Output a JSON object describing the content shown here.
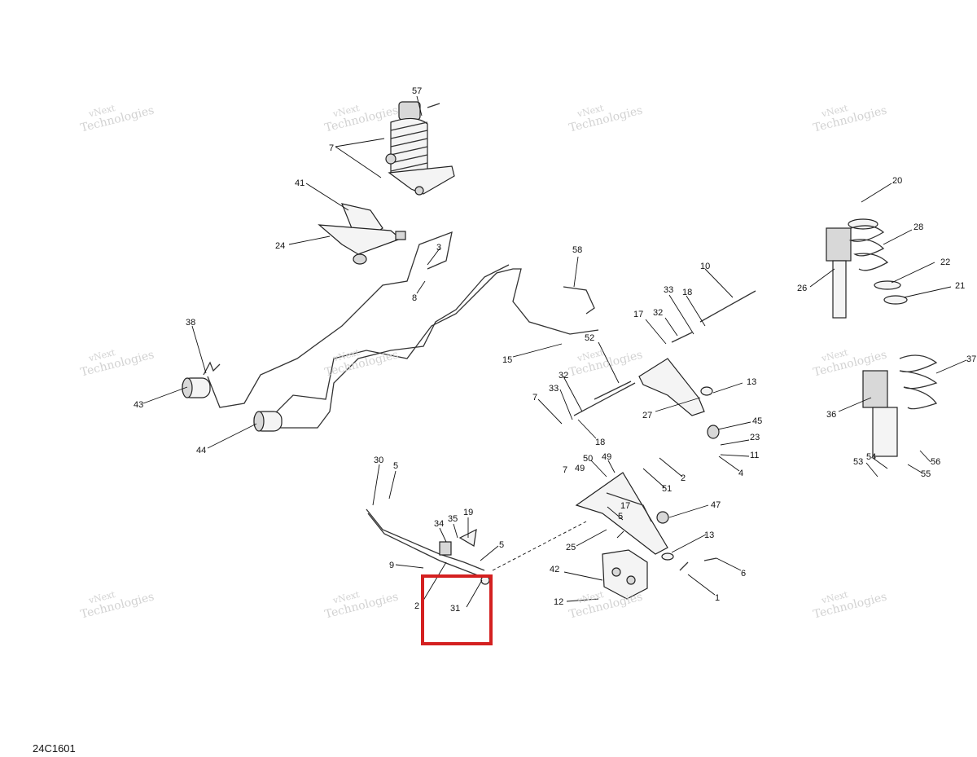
{
  "figure_code": "24C1601",
  "watermark": {
    "line1": "vNext",
    "line2": "Technologies"
  },
  "callouts": [
    "57",
    "7",
    "41",
    "24",
    "3",
    "8",
    "58",
    "10",
    "33",
    "18",
    "17",
    "32",
    "52",
    "15",
    "38",
    "43",
    "44",
    "13",
    "27",
    "45",
    "23",
    "11",
    "4",
    "32",
    "33",
    "7",
    "18",
    "50",
    "49",
    "7",
    "49",
    "51",
    "2",
    "30",
    "5",
    "19",
    "35",
    "34",
    "5",
    "9",
    "2",
    "31",
    "47",
    "25",
    "13",
    "42",
    "12",
    "17",
    "5",
    "6",
    "1",
    "20",
    "28",
    "22",
    "26",
    "21",
    "37",
    "36",
    "53",
    "54",
    "56",
    "55"
  ],
  "highlight": {
    "color": "#d42020",
    "callout": "31"
  }
}
